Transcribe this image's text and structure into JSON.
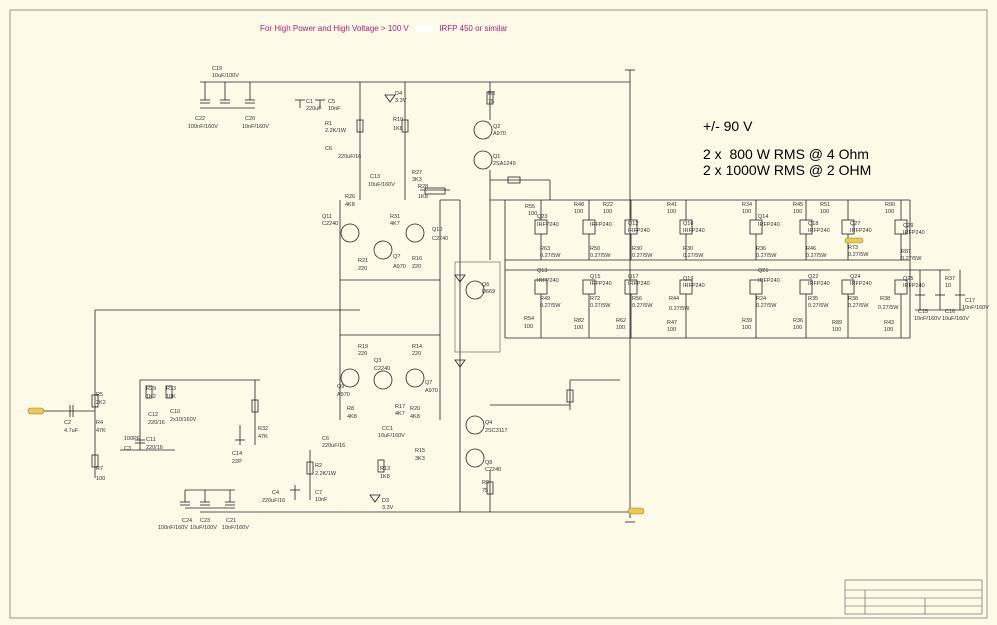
{
  "header": {
    "note": "For High Power and High Voltage > 100 V",
    "note_part": "IRFP 450 or similar"
  },
  "specs": {
    "supply": "+/- 90 V",
    "rms_4ohm": "2 x  800 W RMS @ 4 Ohm",
    "rms_2ohm": "2 x 1000W RMS @ 2 OHM"
  },
  "components": {
    "c19": "C19",
    "c19v": "10uF/100V",
    "c22": "C22",
    "c22v": "100nF/160V",
    "c20": "C20",
    "c20v": "10nF/160V",
    "c1": "C1",
    "c1v": "220uF",
    "c5": "C5",
    "c5v": "10nF",
    "r1": "R1",
    "r1v": "2.2K/1W",
    "c6": "C6",
    "c6v": "220uF/16",
    "d4": "D4",
    "d4v": "3.3V",
    "r10": "R10",
    "r10v": "1K8",
    "r3": "R3",
    "r3v": "75",
    "q2": "Q2",
    "q2v": "A970",
    "q1": "Q1",
    "q1v": "2SA1249",
    "c13": "C13",
    "c13v": "10uF/160V",
    "r27": "R27",
    "r27v": "3K3",
    "r28": "R28",
    "r28v": "1K8",
    "r26": "R26",
    "r26v": "4K8",
    "q11": "Q11",
    "q11v": "C2240",
    "r31": "R31",
    "r31v": "4K7",
    "q10": "Q10",
    "q10v": "C2240",
    "r21": "R21",
    "r21v": "220",
    "q7u": "Q?",
    "q7uv": "A970",
    "r16": "R16",
    "r16v": "220",
    "q6": "Q6",
    "q6v": "D669",
    "r19": "R19",
    "r19v": "220",
    "r14": "R14",
    "r14v": "220",
    "q3": "Q3",
    "q3v": "C2240",
    "q9": "Q9",
    "q9v": "A970",
    "q7": "Q7",
    "q7v": "A970",
    "r8": "R8",
    "r8v": "4K8",
    "r17": "R17",
    "r17v": "4K7",
    "r20": "R20",
    "r20v": "4K8",
    "r5": "R5",
    "r5v": "2K2",
    "c2": "C2",
    "c2v": "4.7uF",
    "r4": "R4",
    "r4v": "47K",
    "r7": "R7",
    "r7v": "100",
    "r29": "R29",
    "r29v": "1K2",
    "r33": "R33",
    "r33v": "10K",
    "c12": "C12",
    "c12v": "220/16",
    "c10": "C10",
    "c10v": "2x10/160V",
    "c3": "C3",
    "c3v": "100PF",
    "c11": "C11",
    "c11v": "220/16",
    "r32": "R32",
    "r32v": "47K",
    "c14": "C14",
    "c14v": "22P",
    "c6b": "C6",
    "c6bv": "220uF/16",
    "cc1": "CC1",
    "cc1v": "10uF/160V",
    "r2": "R2",
    "r2v": "2.2K/1W",
    "r13": "R13",
    "r13v": "1K8",
    "r15": "R15",
    "r15v": "3K3",
    "c4": "C4",
    "c4v": "220uF/16",
    "c7": "C7",
    "c7v": "10nF",
    "d3": "D3",
    "d3v": "3.3V",
    "q4": "Q4",
    "q4v": "2SC3117",
    "q8": "Q8",
    "q8v": "C2240",
    "r9": "R9",
    "r9v": "75",
    "c24": "C24",
    "c24v": "100nF/160V",
    "c23": "C23",
    "c23v": "10uF/100V",
    "c21": "C21",
    "c21v": "10nF/160V",
    "c15": "C15",
    "c15v": "10nF/160V",
    "c16": "C16",
    "c16v": "10uF/160V",
    "c17": "C17",
    "c17v": "10nF/160V",
    "r37": "R37",
    "r37v": "10",
    "irf": "IRFP240",
    "rs": "0.27/5W",
    "r100": "100",
    "q23": "Q23",
    "q13": "Q13",
    "q12": "Q12",
    "q15": "Q15",
    "q17": "Q17",
    "q16": "Q16",
    "q19": "Q19",
    "q14": "Q14",
    "q21": "Q21",
    "q18": "Q18",
    "q22": "Q22",
    "q27": "Q27",
    "q24": "Q24",
    "q29": "Q29",
    "q25": "Q25",
    "r55": "R55",
    "r48": "R48",
    "r22": "R22",
    "r41": "R41",
    "r34": "R34",
    "r45": "R45",
    "r51": "R51",
    "r90": "R90",
    "r63": "R63",
    "r50": "R50",
    "r30": "R30",
    "r36": "R36",
    "r46": "R46",
    "r73": "R73",
    "r87": "R87",
    "r49": "R49",
    "r72": "R72",
    "r56": "R56",
    "r44": "R44",
    "r24": "R24",
    "r35": "R35",
    "r38": "R38",
    "r54": "R54",
    "r82": "R82",
    "r62": "R62",
    "r47": "R47",
    "r39": "R39",
    "r36b": "R36",
    "r89": "R89",
    "r43": "R43"
  }
}
